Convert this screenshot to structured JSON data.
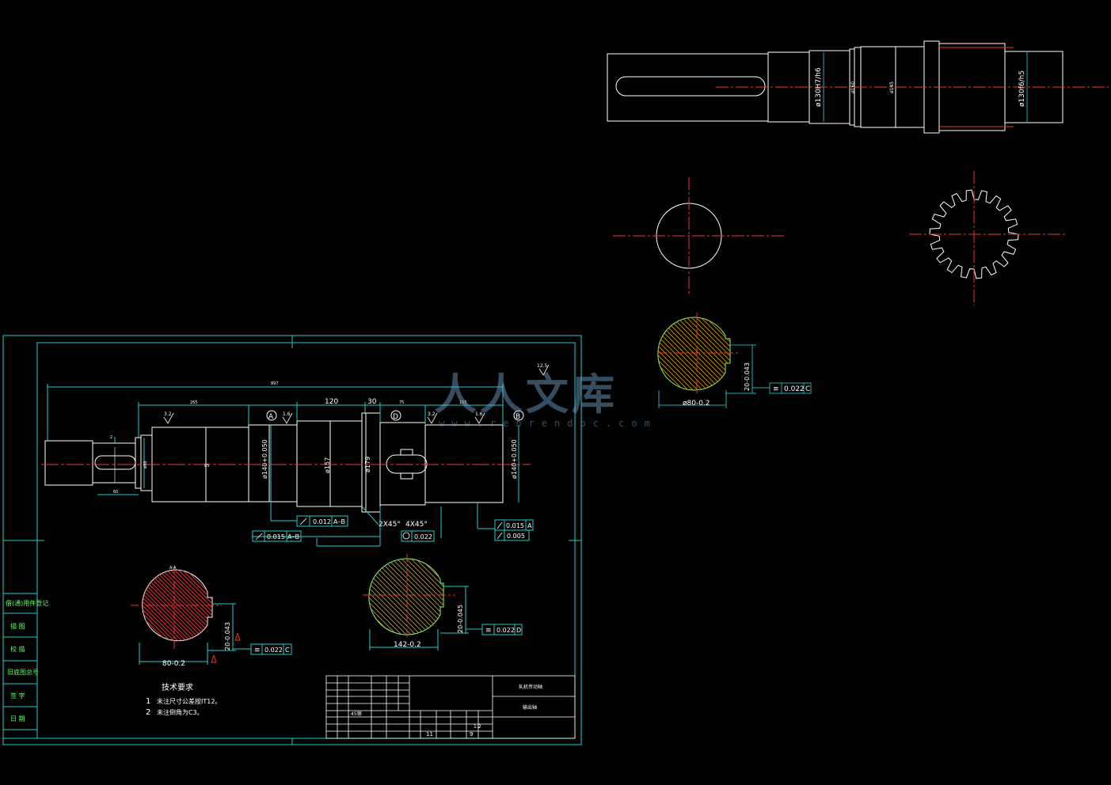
{
  "top_view": {
    "fit1": "ø130H7/h6",
    "fit2": "ø130f6/h5",
    "mid_a": "ø160",
    "mid_b": "ø145"
  },
  "drawing": {
    "dim_overall": "897",
    "dim_a": "265",
    "dim_120": "120",
    "dim_30": "30",
    "dim_b": "75",
    "dim_c": "155",
    "dim_d": "2",
    "dim_e": "60",
    "dim_f": "85",
    "datum_a": "A",
    "datum_b": "B",
    "datum_d": "D",
    "d_140a": "ø140+0.050",
    "d_157": "ø157",
    "d_179": "ø179",
    "d_140b": "ø140+0.050",
    "d_98": "ø98",
    "rough_1": "3.2",
    "rough_2": "1.6",
    "rough_3": "3.2",
    "rough_4": "1.6",
    "rough_top": "12.5",
    "chamfer1": "2X45°",
    "chamfer2": "4X45°",
    "gt1_val": "0.012",
    "gt1_ref": "A–B",
    "gt2_val": "0.015",
    "gt2_ref": "A–B",
    "gt3_val": "0.022",
    "gt4_val": "0.015",
    "gt4_ref": "A",
    "gt5_val": "0.005",
    "sec_aa": "A-A",
    "sec1_dim": "80-0.2",
    "sec1_key": "20-0.043",
    "sec1_tol": "0.022",
    "sec1_ref": "C",
    "sec2_dim": "142-0.2",
    "sec2_key": "20-0.045",
    "sec2_tol": "0.022",
    "sec2_ref": "D",
    "tech_title": "技术要求",
    "tech_1_num": "1",
    "tech_1": "未注尺寸公差按IT12。",
    "tech_2_num": "2",
    "tech_2": "未注倒角为C3。",
    "side_1": "借(通)用件登记",
    "side_2": "描 图",
    "side_3": "校 描",
    "side_4": "旧底图总号",
    "side_5": "签 字",
    "side_6": "日 期",
    "tb_title": "轧机传动轴",
    "tb_name": "输出轴",
    "tb_scale": "1:2",
    "tb_mat": "45钢",
    "tb_sheet": "11",
    "tb_num": "9"
  },
  "right_section": {
    "dim": "ø80-0.2",
    "key": "20-0.043",
    "tol": "0.022",
    "ref": "C"
  },
  "watermark": {
    "text": "人人文库",
    "url": "www.renrendoc.com"
  }
}
